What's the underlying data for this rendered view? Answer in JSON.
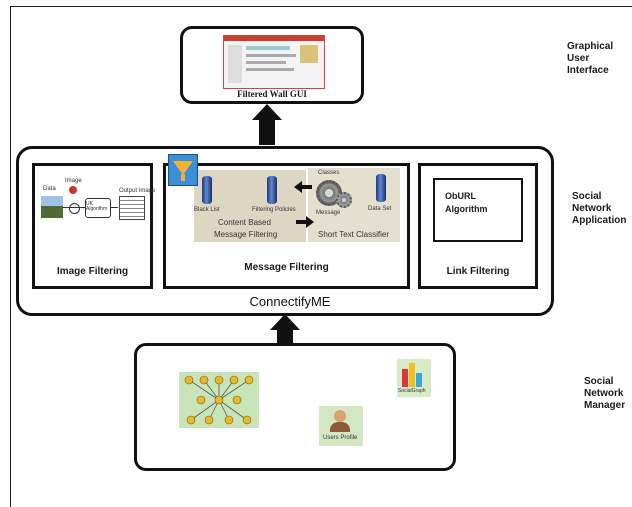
{
  "gui": {
    "title": "Filtered Wall GUI"
  },
  "app": {
    "name": "ConnectifyME",
    "modules": {
      "image": {
        "label": "Image Filtering",
        "diagram_text": [
          "Data",
          "Image",
          "UK Algorithm",
          "Output Image"
        ]
      },
      "message": {
        "label": "Message Filtering",
        "black_list": "Black List",
        "filtering_policies": "Filtering Policies",
        "content_based": "Content Based",
        "message_filtering_sub": "Message Filtering",
        "classes": "Classes",
        "message": "Message",
        "data_set": "Data Set",
        "short_text": "Short Text Classifier"
      },
      "link": {
        "label": "Link Filtering",
        "algorithm": "ObURL Algorithm"
      }
    }
  },
  "manager": {
    "users_profile": "Users Profile",
    "social_graph": "SocialGraph"
  },
  "side_labels": {
    "gui": "Graphical User Interface",
    "app": "Social Network Application",
    "manager": "Social Network Manager"
  }
}
